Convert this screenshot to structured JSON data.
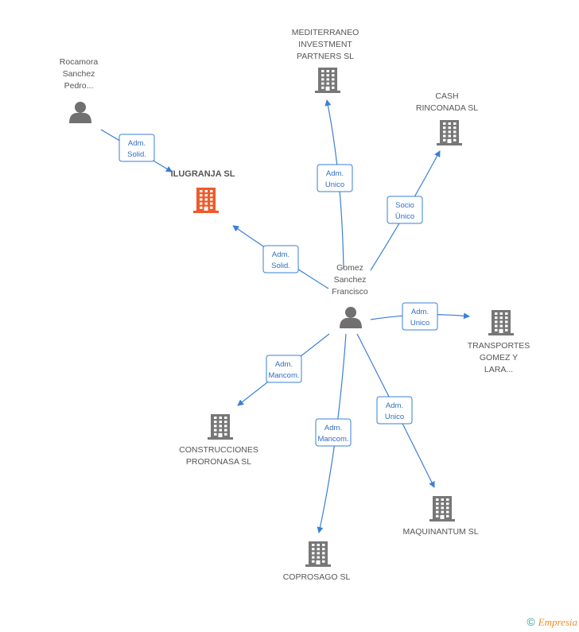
{
  "colors": {
    "accent": "#3a7fd5",
    "company": "#777777",
    "main_company": "#f05a28",
    "person": "#707070"
  },
  "nodes": {
    "ilugranja": {
      "type": "company-main",
      "label": [
        "ILUGRANJA SL"
      ]
    },
    "rocamora": {
      "type": "person",
      "label": [
        "Rocamora",
        "Sanchez",
        "Pedro..."
      ]
    },
    "gomez": {
      "type": "person",
      "label": [
        "Gomez",
        "Sanchez",
        "Francisco"
      ]
    },
    "mediterraneo": {
      "type": "company",
      "label": [
        "MEDITERRANEO",
        "INVESTMENT",
        "PARTNERS SL"
      ]
    },
    "cash": {
      "type": "company",
      "label": [
        "CASH",
        "RINCONADA SL"
      ]
    },
    "transportes": {
      "type": "company",
      "label": [
        "TRANSPORTES",
        "GOMEZ Y",
        "LARA..."
      ]
    },
    "construcciones": {
      "type": "company",
      "label": [
        "CONSTRUCCIONES",
        "PRORONASA SL"
      ]
    },
    "coprosago": {
      "type": "company",
      "label": [
        "COPROSAGO SL"
      ]
    },
    "maquinantum": {
      "type": "company",
      "label": [
        "MAQUINANTUM SL"
      ]
    }
  },
  "edges": [
    {
      "from": "rocamora",
      "to": "ilugranja",
      "label": [
        "Adm.",
        "Solid."
      ]
    },
    {
      "from": "gomez",
      "to": "ilugranja",
      "label": [
        "Adm.",
        "Solid."
      ]
    },
    {
      "from": "gomez",
      "to": "mediterraneo",
      "label": [
        "Adm.",
        "Unico"
      ]
    },
    {
      "from": "gomez",
      "to": "cash",
      "label": [
        "Socio",
        "Único"
      ]
    },
    {
      "from": "gomez",
      "to": "transportes",
      "label": [
        "Adm.",
        "Unico"
      ]
    },
    {
      "from": "gomez",
      "to": "construcciones",
      "label": [
        "Adm.",
        "Mancom."
      ]
    },
    {
      "from": "gomez",
      "to": "coprosago",
      "label": [
        "Adm.",
        "Mancom."
      ]
    },
    {
      "from": "gomez",
      "to": "maquinantum",
      "label": [
        "Adm.",
        "Unico"
      ]
    }
  ],
  "footer": {
    "copyright": "©",
    "brand": "Empresia"
  }
}
